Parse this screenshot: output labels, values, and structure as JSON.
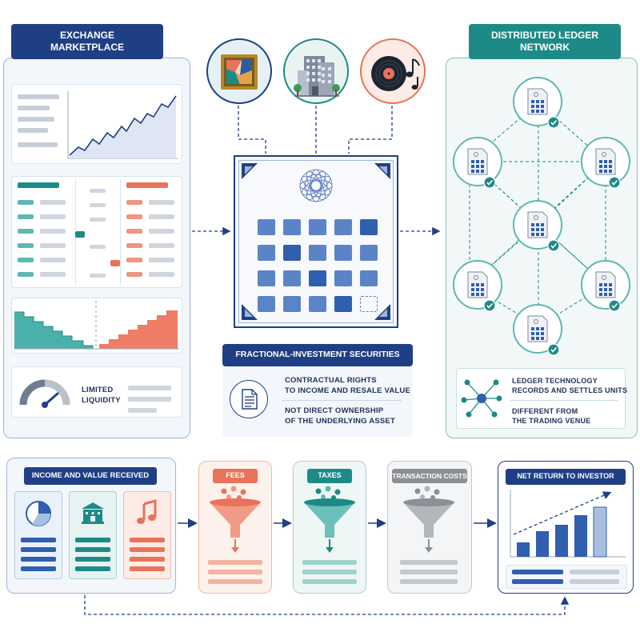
{
  "exchange": {
    "title_line1": "EXCHANGE",
    "title_line2": "MARKETPLACE",
    "gauge_label_line1": "LIMITED",
    "gauge_label_line2": "LIQUIDITY"
  },
  "assets": {
    "icons": [
      "framed-painting-icon",
      "office-building-icon",
      "vinyl-record-icon"
    ]
  },
  "securities": {
    "title": "FRACTIONAL-INVESTMENT SECURITIES",
    "point1_line1": "CONTRACTUAL RIGHTS",
    "point1_line2": "TO INCOME AND RESALE VALUE",
    "point2_line1": "NOT DIRECT OWNERSHIP",
    "point2_line2": "OF THE UNDERLYING ASSET"
  },
  "ledger": {
    "title_line1": "DISTRIBUTED LEDGER",
    "title_line2": "NETWORK",
    "note1_line1": "LEDGER TECHNOLOGY",
    "note1_line2": "RECORDS AND SETTLES UNITS",
    "note2_line1": "DIFFERENT FROM",
    "note2_line2": "THE TRADING VENUE"
  },
  "flow": {
    "income_title": "INCOME AND VALUE RECEIVED",
    "fees_title": "FEES",
    "taxes_title": "TAXES",
    "costs_title": "TRANSACTION COSTS",
    "net_title": "NET RETURN TO INVESTOR"
  },
  "colors": {
    "navy": "#1f3f85",
    "teal": "#1e8a87",
    "coral": "#e8735a",
    "gray": "#8c9096",
    "light_blue_bg": "#f3f7fc",
    "light_teal_bg": "#f1f8f7"
  }
}
